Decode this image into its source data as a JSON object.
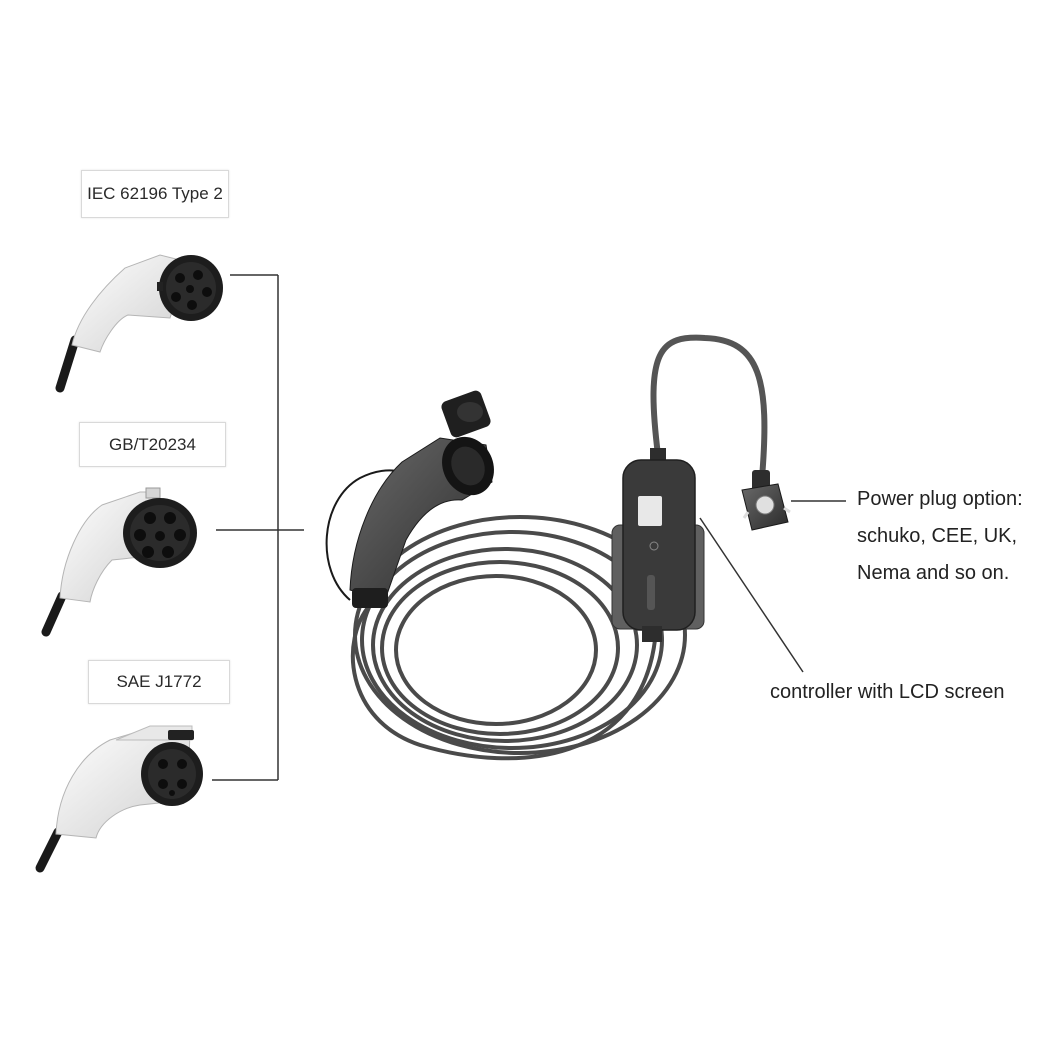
{
  "connector_labels": {
    "iec": "IEC 62196 Type 2",
    "gb": "GB/T20234",
    "sae": "SAE J1772"
  },
  "power_plug": {
    "line1": "Power plug option:",
    "line2": "schuko, CEE, UK,",
    "line3": "Nema and so on."
  },
  "controller": {
    "label": "controller with LCD screen"
  },
  "icons": [
    "type2-connector-icon",
    "gbt-connector-icon",
    "j1772-connector-icon",
    "charging-gun-icon",
    "controller-box-icon",
    "schuko-plug-icon"
  ],
  "colors": {
    "cable": "#4a4a4a",
    "connector_white": "#f2f2f2",
    "controller": "#3c3c3c"
  }
}
